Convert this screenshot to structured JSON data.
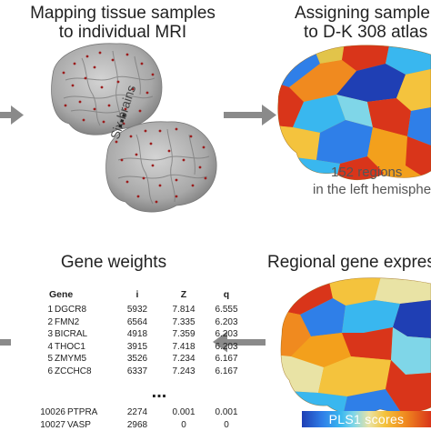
{
  "panels": {
    "mapping": {
      "title_line1": "Mapping tissue samples",
      "title_line2": "to individual MRI",
      "side_label": "Six brains",
      "dots": "..."
    },
    "atlas": {
      "title_line1": "Assigning sample",
      "title_line2": "to D-K 308 atlas",
      "caption_line1": "152 regions",
      "caption_line2": "in the left hemisphe"
    },
    "weights": {
      "title": "Gene weights"
    },
    "expression": {
      "title": "Regional gene expres"
    }
  },
  "gene_table": {
    "columns": [
      "Gene",
      "i",
      "Z",
      "q"
    ],
    "rows": [
      {
        "rank": "1",
        "gene": "DGCR8",
        "i": "5932",
        "z": "7.814",
        "q": "6.555"
      },
      {
        "rank": "2",
        "gene": "FMN2",
        "i": "6564",
        "z": "7.335",
        "q": "6.203"
      },
      {
        "rank": "3",
        "gene": "BICRAL",
        "i": "4918",
        "z": "7.359",
        "q": "6.203"
      },
      {
        "rank": "4",
        "gene": "THOC1",
        "i": "3915",
        "z": "7.418",
        "q": "6.203"
      },
      {
        "rank": "5",
        "gene": "ZMYM5",
        "i": "3526",
        "z": "7.234",
        "q": "6.167"
      },
      {
        "rank": "6",
        "gene": "ZCCHC8",
        "i": "6337",
        "z": "7.243",
        "q": "6.167"
      }
    ],
    "ellipsis": "...",
    "tail_rows": [
      {
        "rank": "10026",
        "gene": "PTPRA",
        "i": "2274",
        "z": "0.001",
        "q": "0.001"
      },
      {
        "rank": "10027",
        "gene": "VASP",
        "i": "2968",
        "z": "0",
        "q": "0"
      }
    ]
  },
  "colorbar": {
    "label": "PLS1 scores",
    "colors": [
      "#1f3fb4",
      "#39b7ef",
      "#e9e3a5",
      "#f4c33d",
      "#d9351a"
    ]
  },
  "colors": {
    "arrow": "#8a8a8a",
    "brain_gray": "#a9a9a9",
    "sample_dot": "#9b1c1c"
  }
}
